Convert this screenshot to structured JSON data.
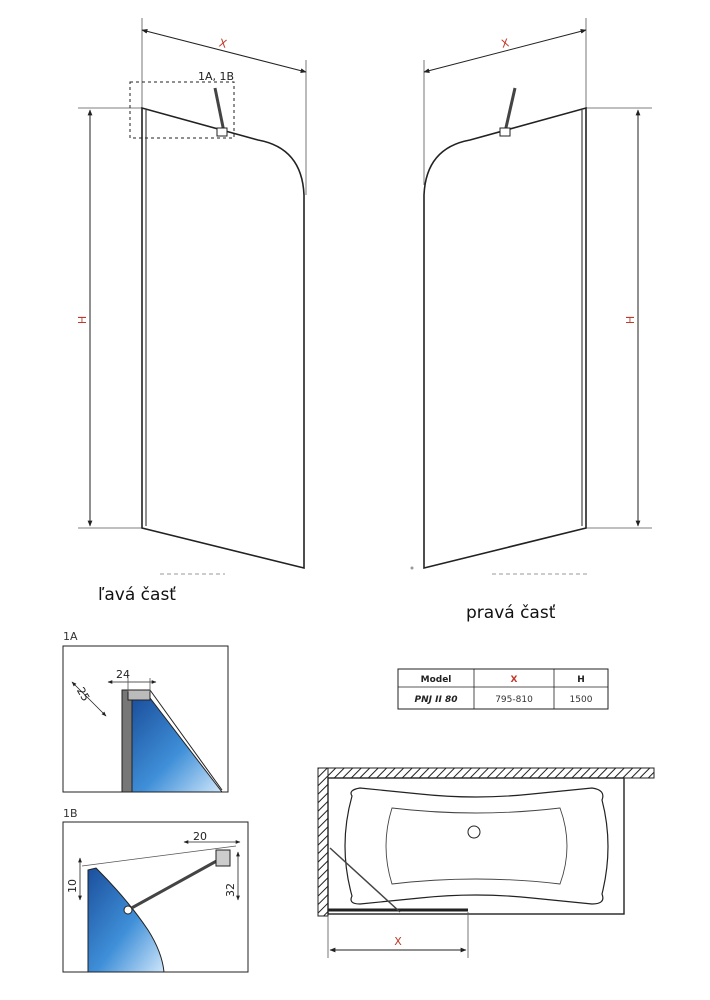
{
  "left_view": {
    "width_label": "X",
    "height_label": "H",
    "detail_callout": "1A, 1B",
    "caption": "ľavá časť"
  },
  "right_view": {
    "width_label": "X",
    "height_label": "H",
    "caption": "pravá časť"
  },
  "detail_1a": {
    "tag": "1A",
    "dim_a": "24",
    "dim_b": "25"
  },
  "detail_1b": {
    "tag": "1B",
    "dim_a": "20",
    "dim_b": "10",
    "dim_c": "32"
  },
  "spec_table": {
    "headers": [
      "Model",
      "X",
      "H"
    ],
    "rows": [
      [
        "PNJ II 80",
        "795-810",
        "1500"
      ]
    ]
  },
  "bath_plan": {
    "width_label": "X"
  },
  "colors": {
    "dimension": "#c0392b",
    "glass_blue": "#3f8fd8",
    "glass_dark": "#1b4f9c"
  }
}
